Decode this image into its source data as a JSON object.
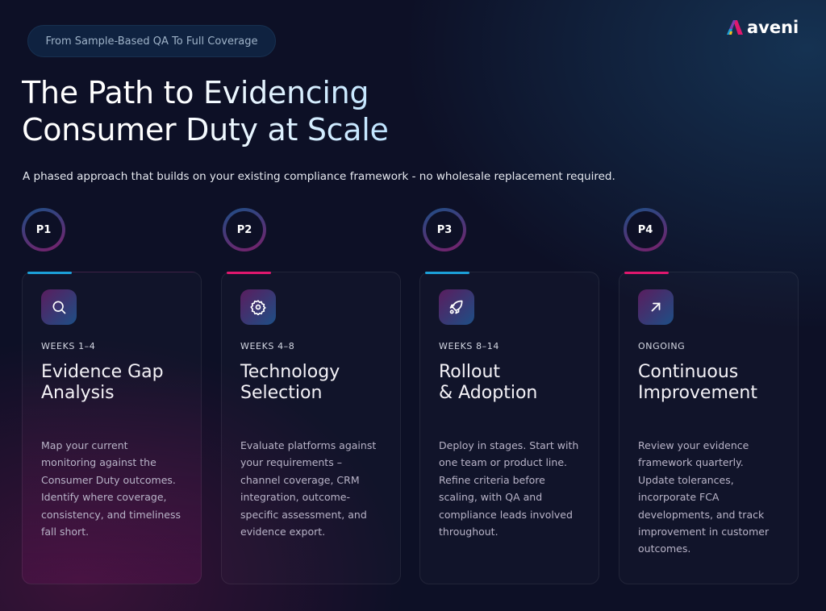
{
  "badge": "From Sample-Based QA To Full Coverage",
  "logo": "aveni",
  "title": {
    "line1": "The Path to Evidencing",
    "line2": "Consumer Duty at Scale"
  },
  "subtitle": "A phased approach that builds on your existing compliance framework - no wholesale replacement required.",
  "phases": [
    {
      "label": "P1",
      "weeks": "WEEKS 1–4",
      "title1": "Evidence Gap",
      "title2": "Analysis",
      "icon": "search-icon",
      "accent": "#1ca0d8",
      "body": "Map your current monitoring against the Consumer Duty outcomes. Identify where coverage, consistency, and timeliness fall short."
    },
    {
      "label": "P2",
      "weeks": "WEEKS 4–8",
      "title1": "Technology",
      "title2": "Selection",
      "icon": "gear-icon",
      "accent": "#e0176e",
      "body": "Evaluate platforms against your requirements – channel coverage, CRM integration, outcome-specific assessment, and evidence export."
    },
    {
      "label": "P3",
      "weeks": "WEEKS 8–14",
      "title1": "Rollout",
      "title2": "& Adoption",
      "icon": "rocket-icon",
      "accent": "#1ca0d8",
      "body": "Deploy in stages. Start with one team or product line. Refine criteria before scaling, with QA and compliance leads involved throughout."
    },
    {
      "label": "P4",
      "weeks": "ONGOING",
      "title1": "Continuous",
      "title2": "Improvement",
      "icon": "arrow-up-right-icon",
      "accent": "#e0176e",
      "body": "Review your evidence framework quarterly. Update tolerances, incorporate FCA developments, and track improvement in customer outcomes."
    }
  ]
}
